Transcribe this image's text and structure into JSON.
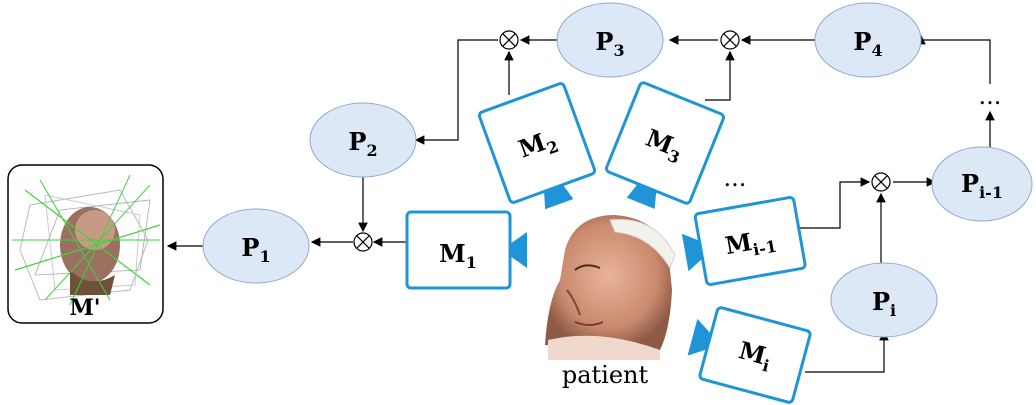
{
  "poses": {
    "p1": {
      "base": "P",
      "sub": "1"
    },
    "p2": {
      "base": "P",
      "sub": "2"
    },
    "p3": {
      "base": "P",
      "sub": "3"
    },
    "p4": {
      "base": "P",
      "sub": "4"
    },
    "pi1": {
      "base": "P",
      "sub": "i-1"
    },
    "pi": {
      "base": "P",
      "sub": "i"
    }
  },
  "cameras": {
    "m1": {
      "base": "M",
      "sub": "1"
    },
    "m2": {
      "base": "M",
      "sub": "2"
    },
    "m3": {
      "base": "M",
      "sub": "3"
    },
    "mi1": {
      "base": "M",
      "sub": "i-1"
    },
    "mi": {
      "base": "M",
      "sub": "i"
    }
  },
  "ellipsis_top": "...",
  "ellipsis_mid": "...",
  "result_label": "M'",
  "patient_label": "patient",
  "colors": {
    "pose_fill": "#dde8f6",
    "camera_stroke": "#1f94d6"
  }
}
